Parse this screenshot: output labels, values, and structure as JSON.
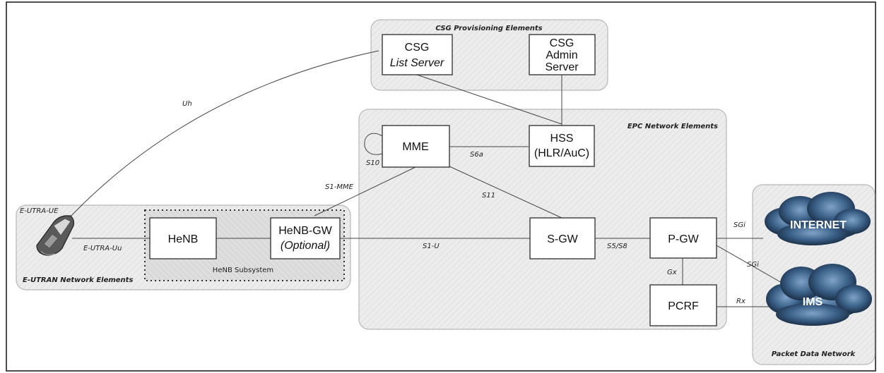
{
  "groups": {
    "csg": "CSG Provisioning Elements",
    "epc": "EPC Network Elements",
    "eutran": "E-UTRAN Network Elements",
    "pdn": "Packet Data Network",
    "henb_subsystem": "HeNB Subsystem"
  },
  "nodes": {
    "csg_list_line1": "CSG",
    "csg_list_line2": "List Server",
    "csg_admin_line1": "CSG",
    "csg_admin_line2": "Admin",
    "csg_admin_line3": "Server",
    "mme": "MME",
    "hss_line1": "HSS",
    "hss_line2": "(HLR/AuC)",
    "sgw": "S-GW",
    "pgw": "P-GW",
    "pcrf": "PCRF",
    "henb": "HeNB",
    "henbgw_line1": "HeNB-GW",
    "henbgw_line2": "(Optional)",
    "ue": "E-UTRA-UE"
  },
  "clouds": {
    "internet": "INTERNET",
    "ims": "IMS"
  },
  "interfaces": {
    "uh": "Uh",
    "s10": "S10",
    "s6a": "S6a",
    "s1mme": "S1-MME",
    "s11": "S11",
    "s1u": "S1-U",
    "s5s8": "S5/S8",
    "sgi_internet": "SGi",
    "sgi_ims": "SGi",
    "gx": "Gx",
    "rx": "Rx",
    "euu": "E-UTRA-Uu"
  }
}
